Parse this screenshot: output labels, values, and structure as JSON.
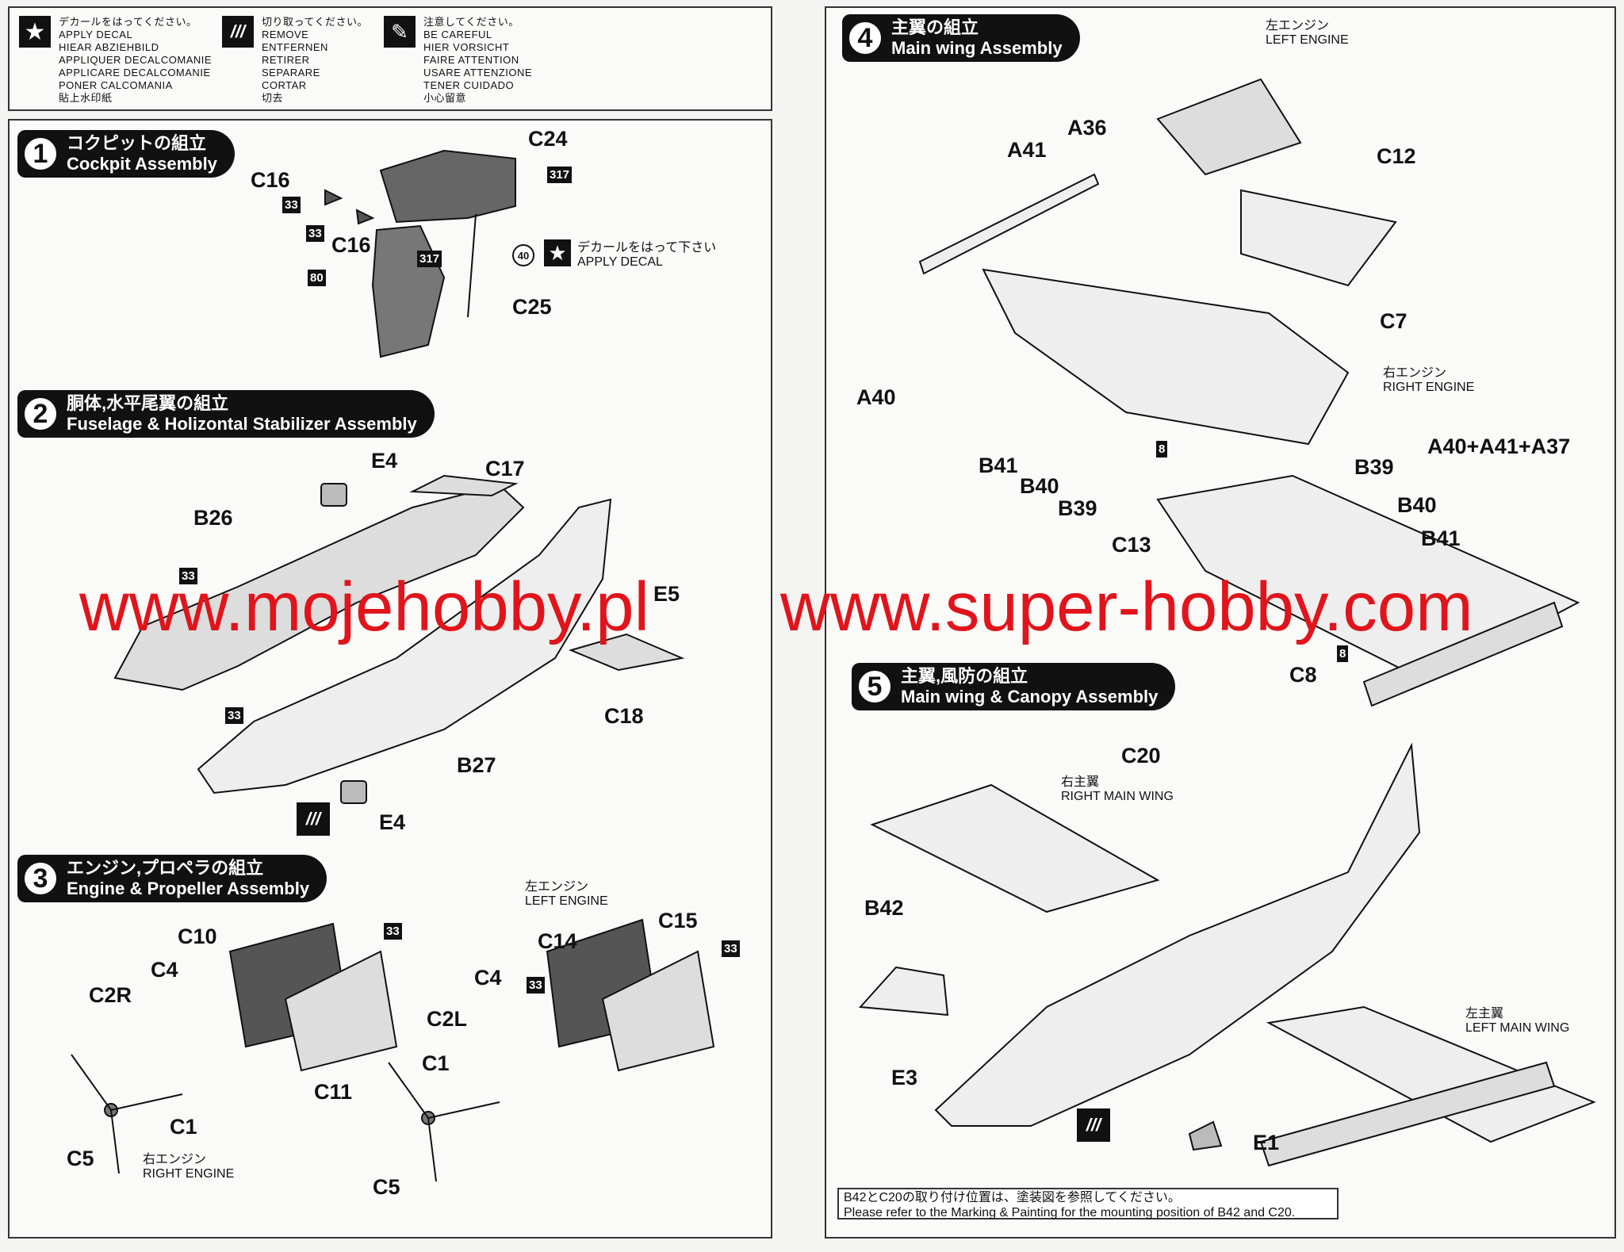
{
  "legend": {
    "decal": {
      "icon": "star-icon",
      "lines": [
        "デカールをはってください。",
        "APPLY DECAL",
        "HIEAR ABZIEHBILD",
        "APPLIQUER DECALCOMANIE",
        "APPLICARE DECALCOMANIE",
        "PONER CALCOMANIA",
        "貼上水印紙"
      ]
    },
    "remove": {
      "icon": "cut-icon",
      "lines": [
        "切り取ってください。",
        "REMOVE",
        "ENTFERNEN",
        "RETIRER",
        "SEPARARE",
        "CORTAR",
        "切去"
      ]
    },
    "careful": {
      "icon": "caution-icon",
      "lines": [
        "注意してください。",
        "BE CAREFUL",
        "HIER VORSICHT",
        "FAIRE ATTENTION",
        "USARE ATTENZIONE",
        "TENER CUIDADO",
        "小心留意"
      ]
    }
  },
  "steps": [
    {
      "num": "1",
      "ja": "コクピットの組立",
      "en": "Cockpit Assembly"
    },
    {
      "num": "2",
      "ja": "胴体,水平尾翼の組立",
      "en": "Fuselage & Holizontal Stabilizer Assembly"
    },
    {
      "num": "3",
      "ja": "エンジン,プロペラの組立",
      "en": "Engine & Propeller Assembly"
    },
    {
      "num": "4",
      "ja": "主翼の組立",
      "en": "Main wing Assembly"
    },
    {
      "num": "5",
      "ja": "主翼,風防の組立",
      "en": "Main wing & Canopy Assembly"
    }
  ],
  "parts": {
    "C24": "C24",
    "C16a": "C16",
    "C16b": "C16",
    "C25": "C25",
    "E4a": "E4",
    "C17": "C17",
    "B26": "B26",
    "E5": "E5",
    "C18": "C18",
    "B27": "B27",
    "E4b": "E4",
    "C10": "C10",
    "C4a": "C4",
    "C2R": "C2R",
    "C11": "C11",
    "C1a": "C1",
    "C5a": "C5",
    "C14": "C14",
    "C15": "C15",
    "C4b": "C4",
    "C2L": "C2L",
    "C1b": "C1",
    "C5b": "C5",
    "A36": "A36",
    "A41": "A41",
    "C12": "C12",
    "C7": "C7",
    "A40": "A40",
    "B41a": "B41",
    "B40a": "B40",
    "B39a": "B39",
    "B39b": "B39",
    "B40b": "B40",
    "B41b": "B41",
    "A40A41A37": "A40+A41+A37",
    "C13": "C13",
    "C8": "C8",
    "C20": "C20",
    "B42": "B42",
    "E3": "E3",
    "E1": "E1"
  },
  "badges": {
    "b33": "33",
    "b317": "317",
    "b80": "80",
    "b8": "8",
    "c40": "40"
  },
  "notes": {
    "apply_decal_ja": "デカールをはって下さい",
    "apply_decal_en": "APPLY DECAL",
    "left_engine_ja": "左エンジン",
    "left_engine_en": "LEFT ENGINE",
    "right_engine_ja": "右エンジン",
    "right_engine_en": "RIGHT ENGINE",
    "right_main_wing_ja": "右主翼",
    "right_main_wing_en": "RIGHT MAIN WING",
    "left_main_wing_ja": "左主翼",
    "left_main_wing_en": "LEFT MAIN WING"
  },
  "footnote": {
    "ja": "B42とC20の取り付け位置は、塗装図を参照してください。",
    "en": "Please refer to the Marking & Painting for the mounting position of B42 and C20."
  },
  "watermark": {
    "left": "www.mojehobby.pl",
    "right": "www.super-hobby.com"
  },
  "colors": {
    "watermark": "#e1141b",
    "ink": "#111111",
    "part_fill": "#555555"
  }
}
